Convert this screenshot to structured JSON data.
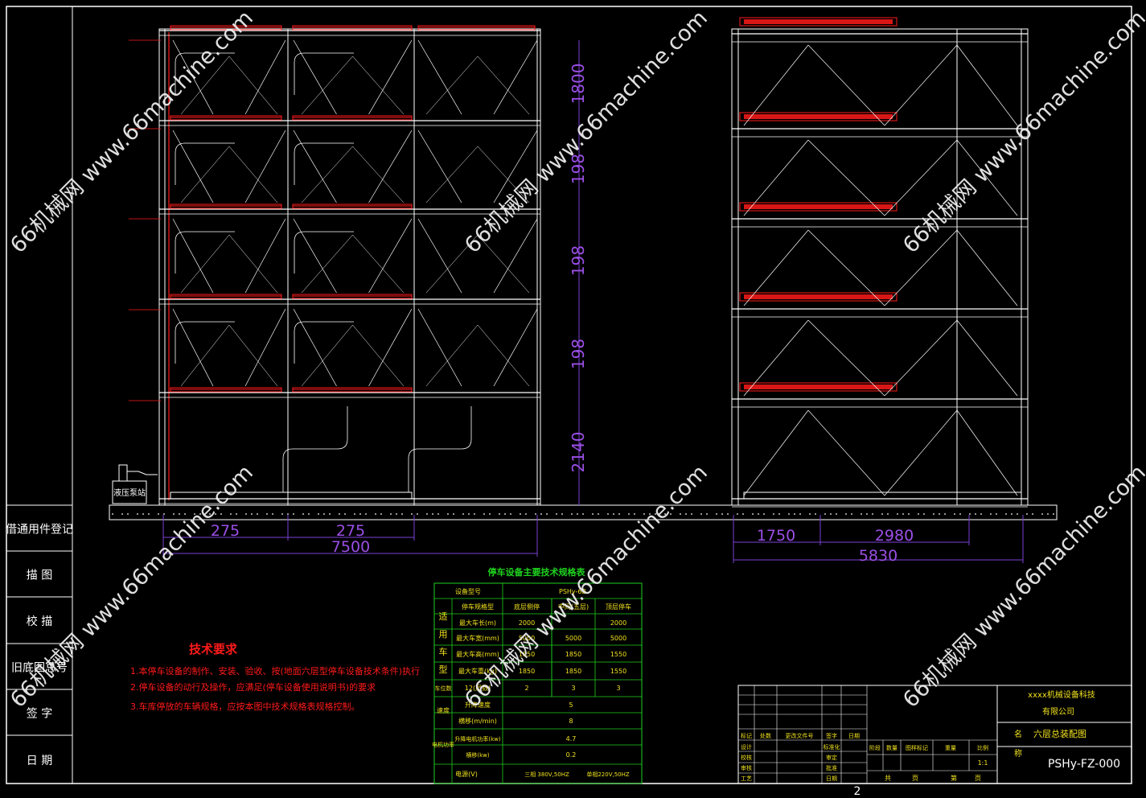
{
  "colors": {
    "frame": "#ffffff",
    "dimension": "#7b3fd6",
    "dimension_text": "#9b4fe6",
    "red": "#ff1a1a",
    "green": "#1fd11f",
    "yellow": "#f0e11e",
    "watermark": "#f2f2f2",
    "background": "#000000"
  },
  "watermark_text": "66机械网 www.66machine.com",
  "front_dims": {
    "vertical": [
      "1800",
      "198",
      "198",
      "198",
      "2140"
    ],
    "horizontal": [
      "275",
      "275"
    ],
    "total": "7500",
    "pump_label": "液压泵站"
  },
  "side_dims": {
    "horizontal": [
      "1750",
      "2980"
    ],
    "total": "5830"
  },
  "left_strip": {
    "labels": [
      "借通用件登记",
      "描 图",
      "校 描",
      "旧底图总号",
      "签 字",
      "日 期"
    ]
  },
  "tech_requirements": {
    "title": "技术要求",
    "items": [
      "1.本停车设备的制作、安装、验收、按(地面六层型停车设备技术条件)执行",
      "2.停车设备的动行及操作，应满足(停车设备使用说明书)的要求",
      "3.车库停放的车辆规格，应按本图中技术规格表规格控制。"
    ]
  },
  "spec_table": {
    "title": "停车设备主要技术规格表",
    "header": [
      "设备型号",
      "PSHy-6B"
    ],
    "group_label": "适用车型",
    "sub_header": [
      "停车规格型",
      "底层侧停",
      "中间(五层)",
      "顶层停车"
    ],
    "rows": [
      [
        "最大车长(m)",
        "2000",
        "",
        "2000"
      ],
      [
        "最大车宽(mm)",
        "5000",
        "5000",
        "5000"
      ],
      [
        "最大车高(mm)",
        "1850",
        "1850",
        "1550"
      ],
      [
        "最大车重(kg)",
        "1850",
        "1850",
        "1550"
      ]
    ],
    "capacity_row": [
      "车位数",
      "12(层数)",
      "2",
      "3",
      "3"
    ],
    "speed_label": "速度",
    "speed_rows": [
      [
        "升降速度",
        "5"
      ],
      [
        "横移(m/min)",
        "8"
      ]
    ],
    "motor_label": "电机功率",
    "motor_rows": [
      [
        "升降电机功率(kw)",
        "4.7"
      ],
      [
        "横移(kw)",
        "0.2"
      ]
    ],
    "power_row": [
      "电源(V)",
      "三相 380V,50HZ",
      "单相220V,50HZ"
    ]
  },
  "title_block": {
    "company_line1": "xxxx机械设备科技",
    "company_line2": "有限公司",
    "name_label1": "名",
    "name_label2": "称",
    "drawing_name": "六层总装配图",
    "drawing_no": "PSHy-FZ-000",
    "revision_cols": [
      "标记",
      "处数",
      "更改文件号",
      "签字",
      "日期"
    ],
    "left_rows": [
      "设计",
      "校核",
      "审核",
      "工艺"
    ],
    "mid_rows": [
      "标准化",
      "审定",
      "批准",
      "日期"
    ],
    "stage_cols": [
      "阶段",
      "数量",
      "图样标记",
      "重量",
      "比例"
    ],
    "scale": "1:1",
    "sheet_labels": [
      "共",
      "页",
      "第",
      "页"
    ]
  },
  "page_number": "2"
}
